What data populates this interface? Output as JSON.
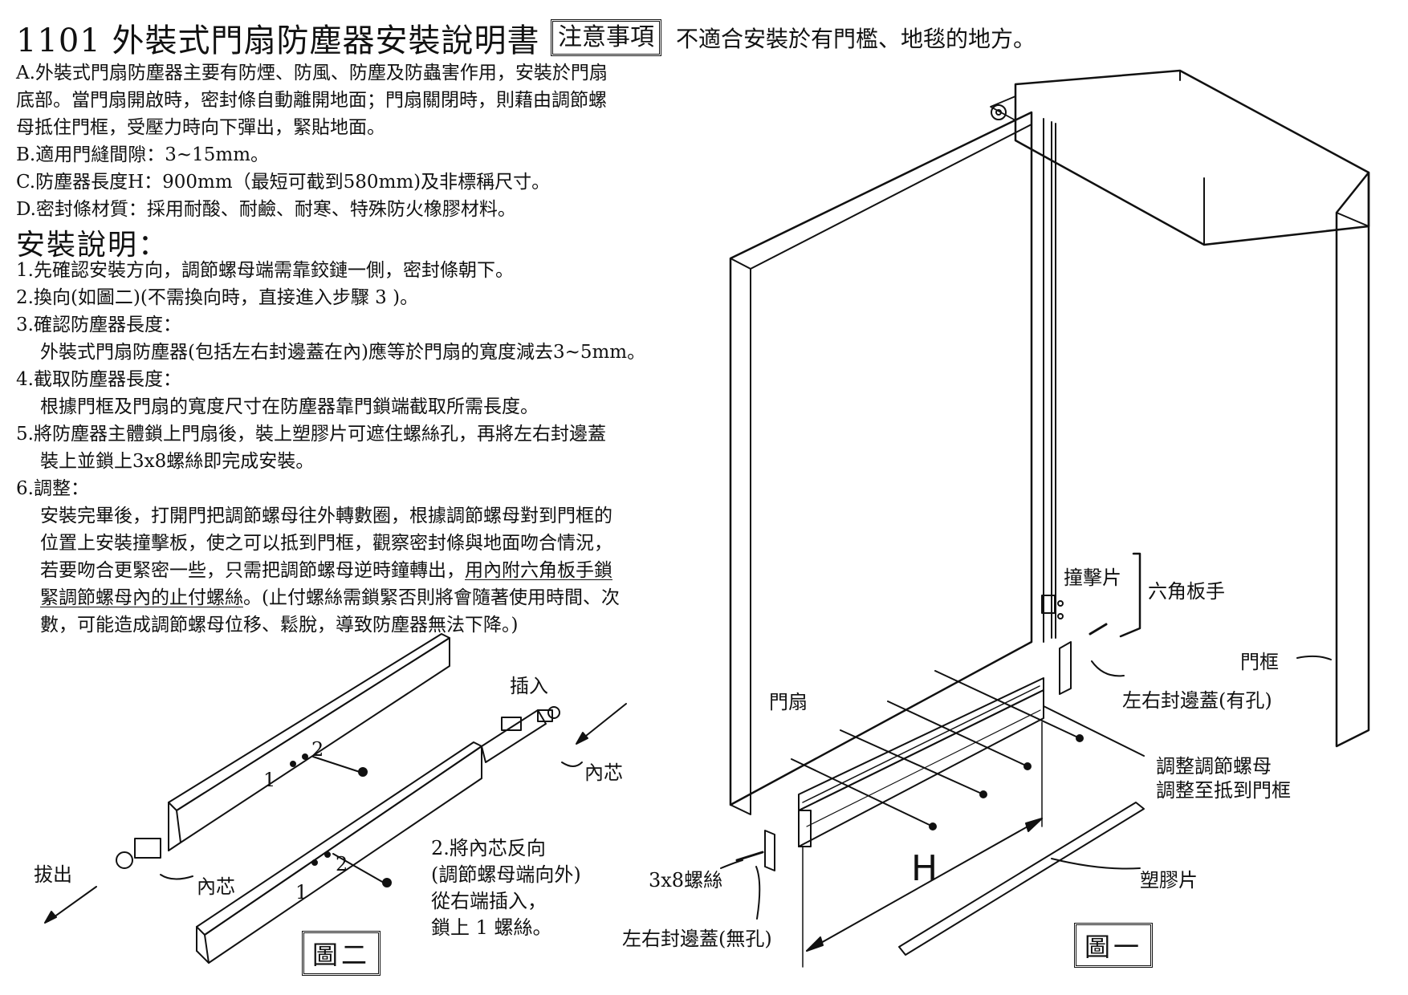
{
  "header": {
    "title": "1101 外裝式門扇防塵器安裝說明書",
    "notice_label": "注意事項",
    "notice_text": "不適合安裝於有門檻、地毯的地方。"
  },
  "intro": [
    "A.外裝式門扇防塵器主要有防煙、防風、防塵及防蟲害作用，安裝於門扇",
    "底部。當門扇開啟時，密封條自動離開地面；門扇關閉時，則藉由調節螺",
    "母抵住門框，受壓力時向下彈出，緊貼地面。",
    "B.適用門縫間隙：3~15mm。",
    "C.防塵器長度H：900mm（最短可截到580mm)及非標稱尺寸。",
    "D.密封條材質：採用耐酸、耐鹼、耐寒、特殊防火橡膠材料。"
  ],
  "install_heading": "安裝說明：",
  "steps": [
    "1.先確認安裝方向，調節螺母端需靠鉸鏈一側，密封條朝下。",
    "2.換向(如圖二)(不需換向時，直接進入步驟 3 )。",
    "3.確認防塵器長度：",
    "外裝式門扇防塵器(包括左右封邊蓋在內)應等於門扇的寬度減去3~5mm。",
    "4.截取防塵器長度：",
    "根據門框及門扇的寬度尺寸在防塵器靠門鎖端截取所需長度。",
    "5.將防塵器主體鎖上門扇後，裝上塑膠片可遮住螺絲孔，再將左右封邊蓋",
    "裝上並鎖上3x8螺絲即完成安裝。",
    "6.調整：",
    "安裝完畢後，打開門把調節螺母往外轉數圈，根據調節螺母對到門框的",
    "位置上安裝撞擊板，使之可以抵到門框，觀察密封條與地面吻合情況，"
  ],
  "step6_line3_plain": "若要吻合更緊密一些，只需把調節螺母逆時鐘轉出，",
  "step6_line3_underlined": "用內附六角板手鎖",
  "step6_line4_underlined": "緊調節螺母內的止付螺絲",
  "step6_line4_plain": "。(止付螺絲需鎖緊否則將會隨著使用時間、次",
  "step6_line5": "數，可能造成調節螺母位移、鬆脫，導致防塵器無法下降。)",
  "figure2": {
    "insert_label": "插入",
    "pull_label": "拔出",
    "core_label_top": "內芯",
    "core_label_bottom": "內芯",
    "num1": "1",
    "num2": "2",
    "num1b": "1",
    "num2b": "2",
    "note": [
      "2.將內芯反向",
      "(調節螺母端向外)",
      "從右端插入，",
      "鎖上 1 螺絲。"
    ],
    "caption": "圖二"
  },
  "figure1": {
    "strike_plate": "撞擊片",
    "hex_wrench": "六角板手",
    "door_frame": "門框",
    "door_leaf": "門扇",
    "end_cap_with_hole": "左右封邊蓋(有孔)",
    "adjust_nut_line1": "調整調節螺母",
    "adjust_nut_line2": "調整至抵到門框",
    "screw": "3x8螺絲",
    "plastic_strip": "塑膠片",
    "end_cap_no_hole": "左右封邊蓋(無孔)",
    "dimension": "H",
    "caption": "圖一"
  }
}
